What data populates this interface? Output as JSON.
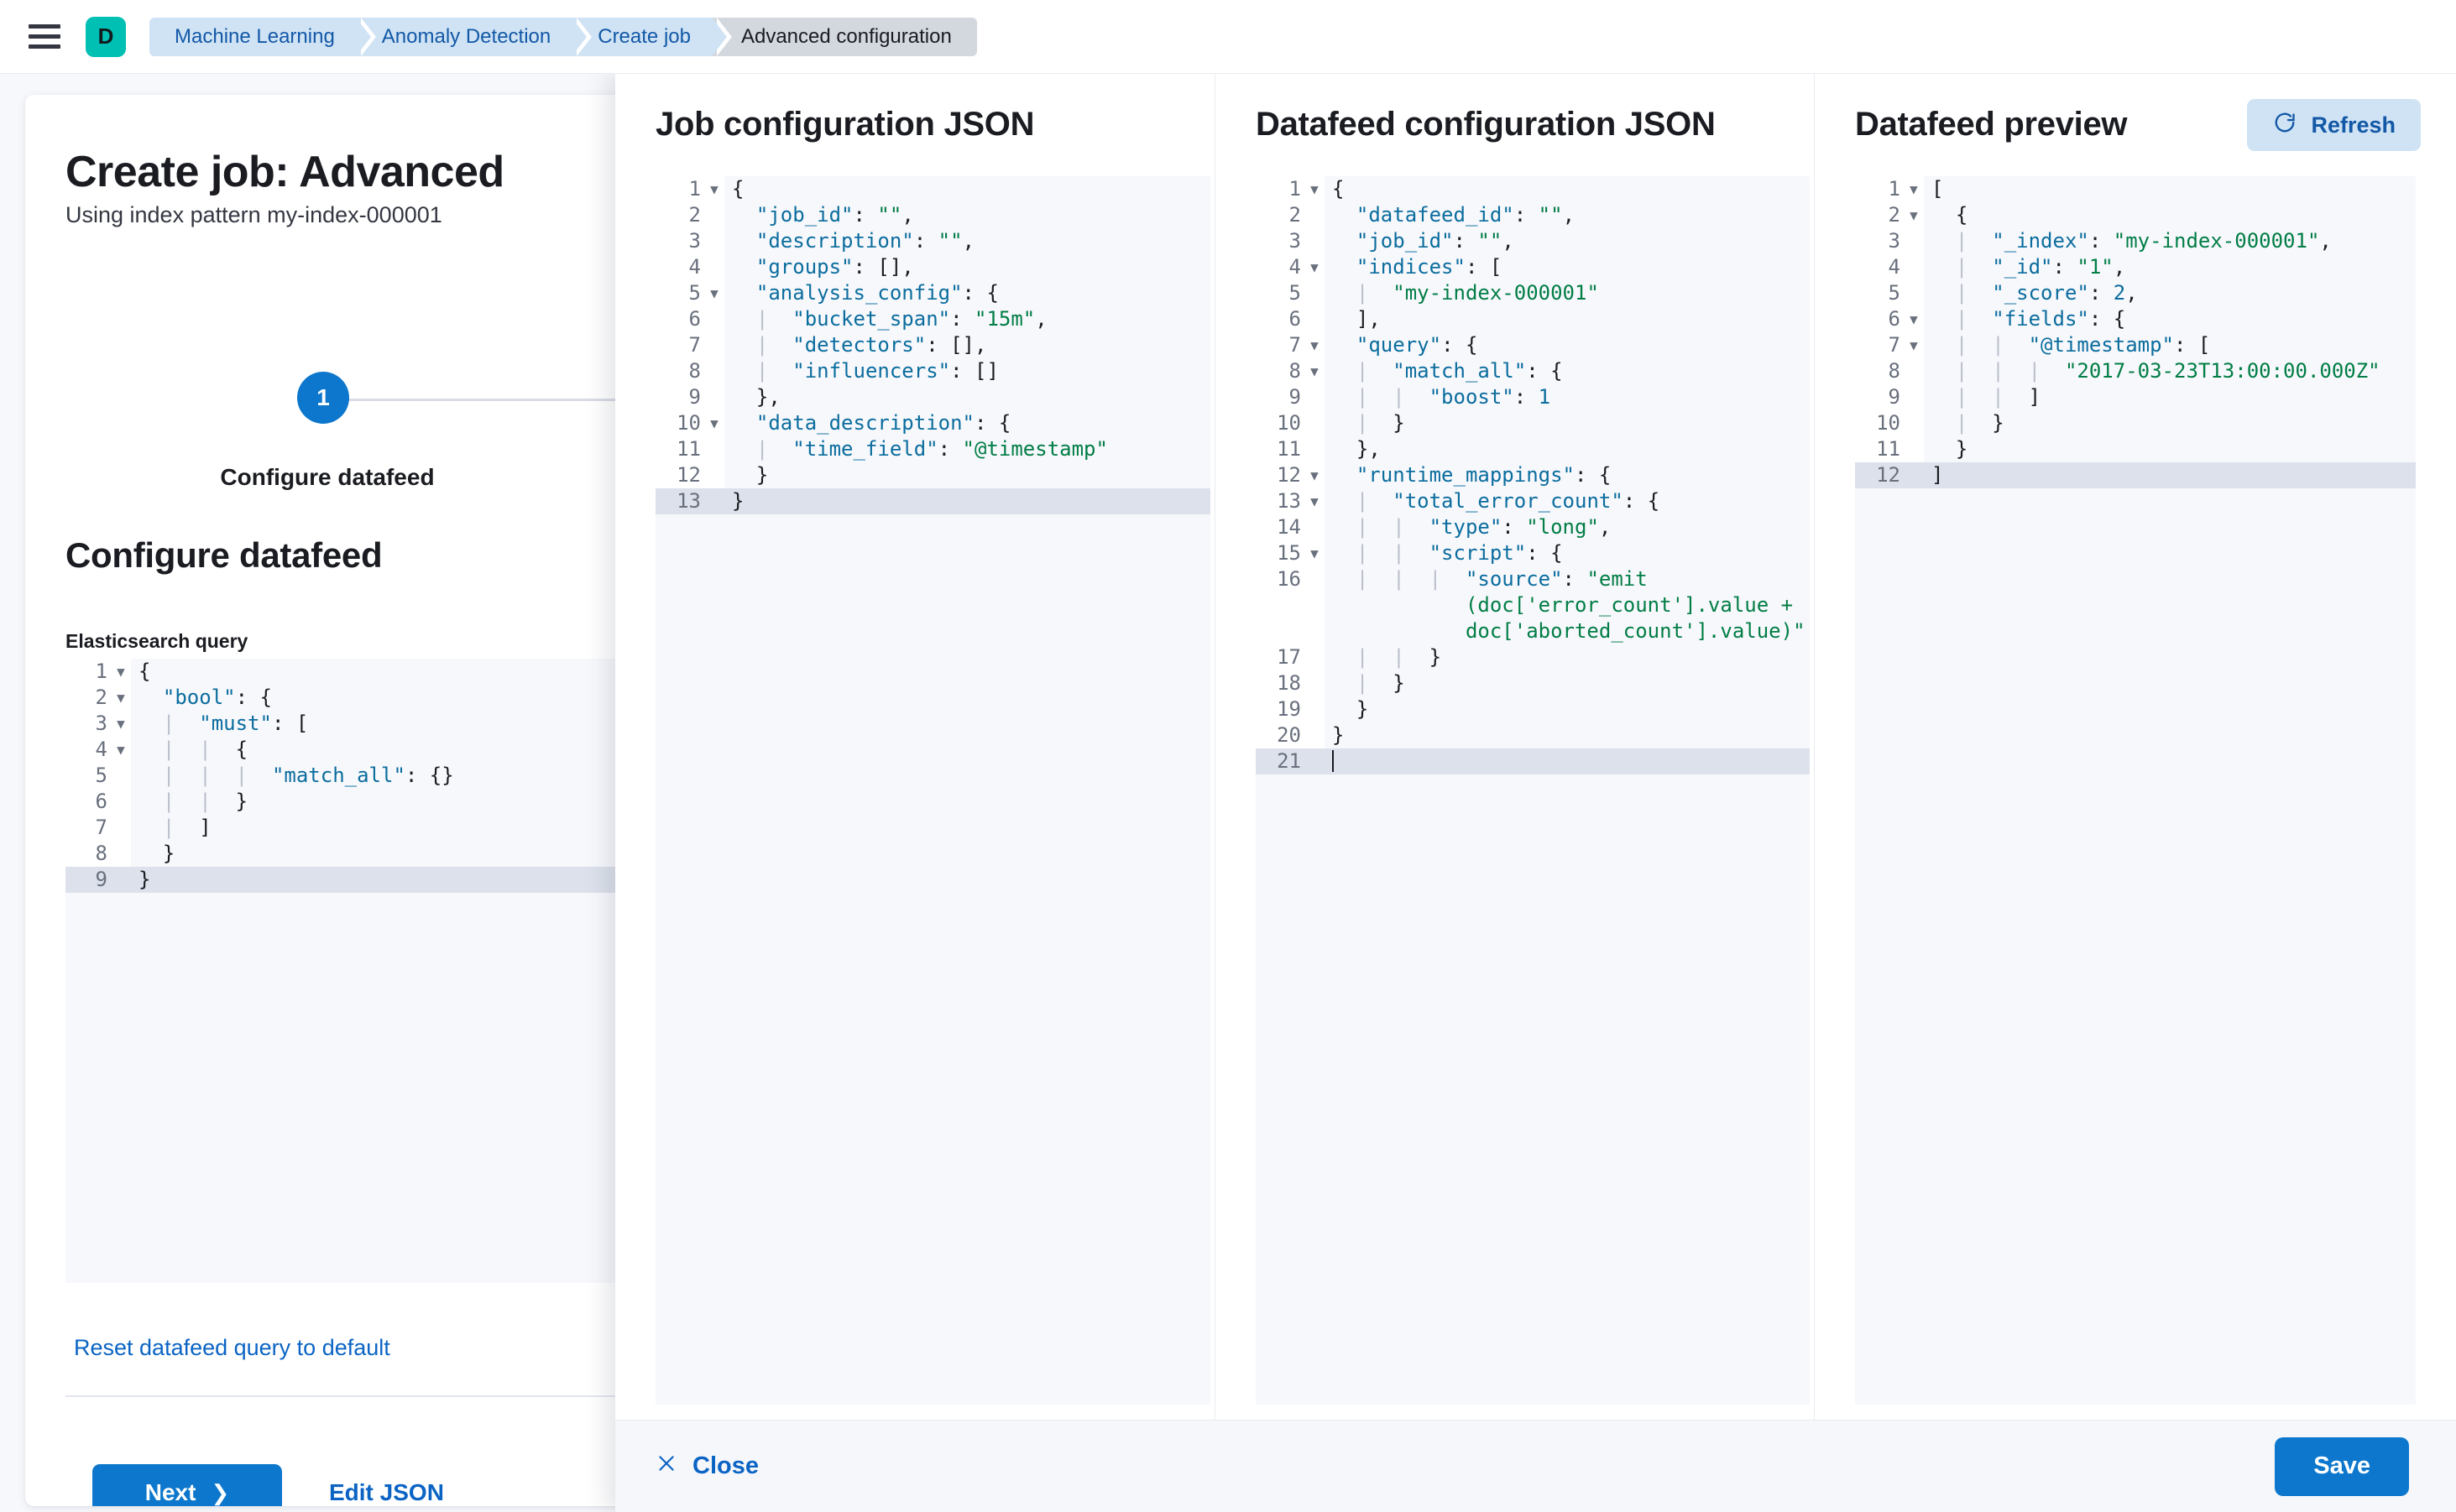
{
  "topnav": {
    "menu_icon": "hamburger-menu-icon",
    "space_avatar_letter": "D",
    "breadcrumbs": [
      {
        "label": "Machine Learning",
        "active": false
      },
      {
        "label": "Anomaly Detection",
        "active": false
      },
      {
        "label": "Create job",
        "active": false
      },
      {
        "label": "Advanced configuration",
        "active": true
      }
    ]
  },
  "colors": {
    "primary": "#0c77cc",
    "link": "#0b64c4",
    "breadcrumb_bg": "#cfe3f5",
    "breadcrumb_active_bg": "#d3d7de",
    "space_avatar_bg": "#00bfb3",
    "editor_bg": "#f7f8fc",
    "editor_active_line": "#dce1eb",
    "token_key": "#0b6d9e",
    "token_string": "#017d45"
  },
  "wizard": {
    "title": "Create job: Advanced",
    "subtitle": "Using index pattern my-index-000001",
    "step_number": "1",
    "step_label": "Configure datafeed",
    "section_heading": "Configure datafeed",
    "query_field_label": "Elasticsearch query",
    "reset_link": "Reset datafeed query to default",
    "next_button": "Next",
    "next_chevron": "chevron-right-icon",
    "edit_json_link": "Edit JSON",
    "query_editor": {
      "active_line": 9,
      "lines": [
        {
          "n": 1,
          "fold": true,
          "code": "{"
        },
        {
          "n": 2,
          "fold": true,
          "code": "  \"bool\": {"
        },
        {
          "n": 3,
          "fold": true,
          "code": "  |  \"must\": ["
        },
        {
          "n": 4,
          "fold": true,
          "code": "  |  |  {"
        },
        {
          "n": 5,
          "fold": false,
          "code": "  |  |  |  \"match_all\": {}"
        },
        {
          "n": 6,
          "fold": false,
          "code": "  |  |  }"
        },
        {
          "n": 7,
          "fold": false,
          "code": "  |  ]"
        },
        {
          "n": 8,
          "fold": false,
          "code": "  }"
        },
        {
          "n": 9,
          "fold": false,
          "code": "}"
        }
      ]
    }
  },
  "flyout": {
    "close_button": "Close",
    "close_icon": "close-x-icon",
    "save_button": "Save",
    "columns": [
      {
        "title": "Job configuration JSON",
        "editor": {
          "active_line": 13,
          "lines": [
            {
              "n": 1,
              "fold": true,
              "code": "{"
            },
            {
              "n": 2,
              "fold": false,
              "code": "  \"job_id\": \"\","
            },
            {
              "n": 3,
              "fold": false,
              "code": "  \"description\": \"\","
            },
            {
              "n": 4,
              "fold": false,
              "code": "  \"groups\": [],"
            },
            {
              "n": 5,
              "fold": true,
              "code": "  \"analysis_config\": {"
            },
            {
              "n": 6,
              "fold": false,
              "code": "  |  \"bucket_span\": \"15m\","
            },
            {
              "n": 7,
              "fold": false,
              "code": "  |  \"detectors\": [],"
            },
            {
              "n": 8,
              "fold": false,
              "code": "  |  \"influencers\": []"
            },
            {
              "n": 9,
              "fold": false,
              "code": "  },"
            },
            {
              "n": 10,
              "fold": true,
              "code": "  \"data_description\": {"
            },
            {
              "n": 11,
              "fold": false,
              "code": "  |  \"time_field\": \"@timestamp\""
            },
            {
              "n": 12,
              "fold": false,
              "code": "  }"
            },
            {
              "n": 13,
              "fold": false,
              "code": "}"
            }
          ]
        }
      },
      {
        "title": "Datafeed configuration JSON",
        "editor": {
          "active_line": 21,
          "lines": [
            {
              "n": 1,
              "fold": true,
              "code": "{"
            },
            {
              "n": 2,
              "fold": false,
              "code": "  \"datafeed_id\": \"\","
            },
            {
              "n": 3,
              "fold": false,
              "code": "  \"job_id\": \"\","
            },
            {
              "n": 4,
              "fold": true,
              "code": "  \"indices\": ["
            },
            {
              "n": 5,
              "fold": false,
              "code": "  |  \"my-index-000001\""
            },
            {
              "n": 6,
              "fold": false,
              "code": "  ],"
            },
            {
              "n": 7,
              "fold": true,
              "code": "  \"query\": {"
            },
            {
              "n": 8,
              "fold": true,
              "code": "  |  \"match_all\": {"
            },
            {
              "n": 9,
              "fold": false,
              "code": "  |  |  \"boost\": 1"
            },
            {
              "n": 10,
              "fold": false,
              "code": "  |  }"
            },
            {
              "n": 11,
              "fold": false,
              "code": "  },"
            },
            {
              "n": 12,
              "fold": true,
              "code": "  \"runtime_mappings\": {"
            },
            {
              "n": 13,
              "fold": true,
              "code": "  |  \"total_error_count\": {"
            },
            {
              "n": 14,
              "fold": false,
              "code": "  |  |  \"type\": \"long\","
            },
            {
              "n": 15,
              "fold": true,
              "code": "  |  |  \"script\": {"
            },
            {
              "n": 16,
              "fold": false,
              "code": "  |  |  |  \"source\": \"emit",
              "wrapped": [
                "(doc['error_count'].value +",
                "doc['aborted_count'].value)\""
              ]
            },
            {
              "n": 17,
              "fold": false,
              "code": "  |  |  }"
            },
            {
              "n": 18,
              "fold": false,
              "code": "  |  }"
            },
            {
              "n": 19,
              "fold": false,
              "code": "  }"
            },
            {
              "n": 20,
              "fold": false,
              "code": "}"
            },
            {
              "n": 21,
              "fold": false,
              "code": "",
              "caret": true
            }
          ]
        }
      },
      {
        "title": "Datafeed preview",
        "refresh_button": "Refresh",
        "refresh_icon": "refresh-icon",
        "editor": {
          "active_line": 12,
          "lines": [
            {
              "n": 1,
              "fold": true,
              "code": "["
            },
            {
              "n": 2,
              "fold": true,
              "code": "  {"
            },
            {
              "n": 3,
              "fold": false,
              "code": "  |  \"_index\": \"my-index-000001\","
            },
            {
              "n": 4,
              "fold": false,
              "code": "  |  \"_id\": \"1\","
            },
            {
              "n": 5,
              "fold": false,
              "code": "  |  \"_score\": 2,"
            },
            {
              "n": 6,
              "fold": true,
              "code": "  |  \"fields\": {"
            },
            {
              "n": 7,
              "fold": true,
              "code": "  |  |  \"@timestamp\": ["
            },
            {
              "n": 8,
              "fold": false,
              "code": "  |  |  |  \"2017-03-23T13:00:00.000Z\""
            },
            {
              "n": 9,
              "fold": false,
              "code": "  |  |  ]"
            },
            {
              "n": 10,
              "fold": false,
              "code": "  |  }"
            },
            {
              "n": 11,
              "fold": false,
              "code": "  }"
            },
            {
              "n": 12,
              "fold": false,
              "code": "]"
            }
          ]
        }
      }
    ]
  }
}
